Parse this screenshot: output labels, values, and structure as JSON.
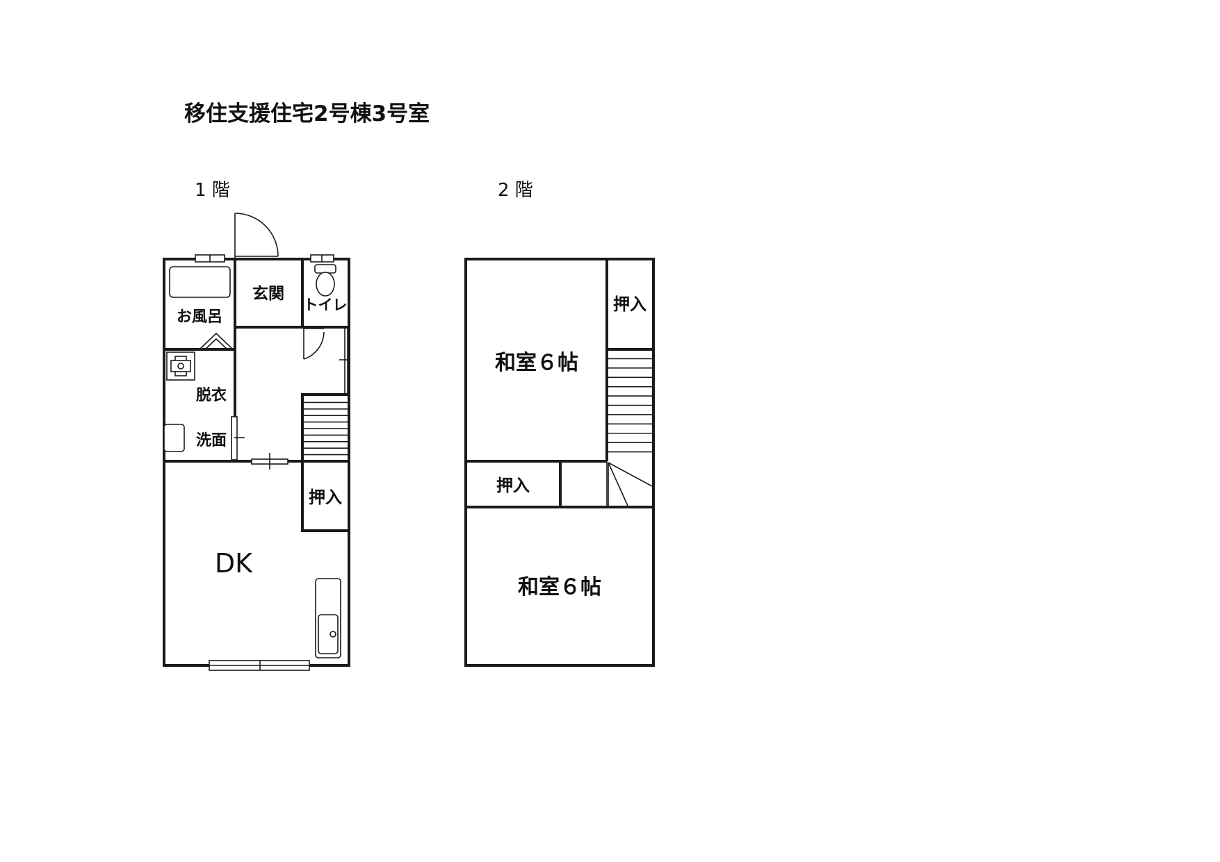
{
  "title": "移住支援住宅2号棟3号室",
  "floor1": {
    "label": "1 階",
    "rooms": {
      "entrance": "玄関",
      "toilet": "トイレ",
      "bath": "お風呂",
      "dressing": "脱衣",
      "washroom": "洗面",
      "closet": "押入",
      "dk": "DK"
    }
  },
  "floor2": {
    "label": "2 階",
    "rooms": {
      "washitsu_upper": "和室６帖",
      "closet_right": "押入",
      "closet_mid": "押入",
      "washitsu_lower": "和室６帖"
    }
  }
}
